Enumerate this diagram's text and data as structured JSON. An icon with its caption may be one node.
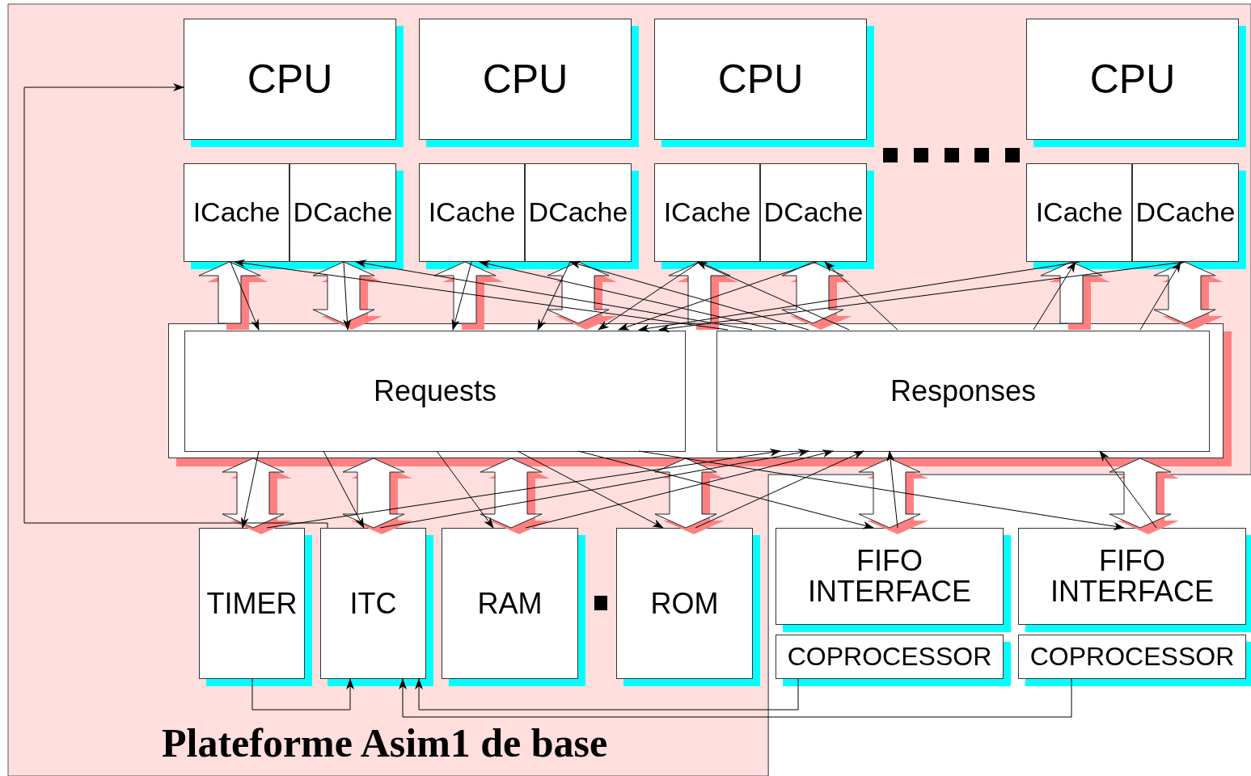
{
  "diagram": {
    "nodes": [
      {
        "text": [
          "Plateforme Asim1 de base"
        ]
      },
      {
        "text": [
          "CPU"
        ],
        "in": 0
      },
      {
        "text": [
          "CPU"
        ],
        "in": 0
      },
      {
        "text": [
          "CPU"
        ],
        "in": 0
      },
      {
        "text": [
          "CPU"
        ],
        "in": 0
      },
      {
        "text": [
          "ICache"
        ],
        "in": 0
      },
      {
        "text": [
          "DCache"
        ],
        "in": 0
      },
      {
        "text": [
          "ICache"
        ],
        "in": 0
      },
      {
        "text": [
          "DCache"
        ],
        "in": 0
      },
      {
        "text": [
          "ICache"
        ],
        "in": 0
      },
      {
        "text": [
          "DCache"
        ],
        "in": 0
      },
      {
        "text": [
          "ICache"
        ],
        "in": 0
      },
      {
        "text": [
          "DCache"
        ],
        "in": 0
      },
      {
        "text": [],
        "shape": "box",
        "in": 0
      },
      {
        "text": [
          "Requests"
        ],
        "in": 13
      },
      {
        "text": [
          "Responses"
        ],
        "in": 13
      },
      {
        "text": [
          "TIMER"
        ],
        "in": 0
      },
      {
        "text": [
          "ITC"
        ],
        "in": 0
      },
      {
        "text": [
          "RAM"
        ],
        "in": 0
      },
      {
        "text": [
          "ROM"
        ],
        "in": 0
      },
      {
        "text": [
          "FIFO INTERFACE"
        ]
      },
      {
        "text": [
          "FIFO INTERFACE"
        ]
      },
      {
        "text": [
          "COPROCESSOR"
        ]
      },
      {
        "text": [
          "COPROCESSOR"
        ]
      }
    ],
    "edges": [
      {
        "from": 13,
        "to": 5,
        "arrow": "to",
        "style": "thick"
      },
      {
        "from": 6,
        "to": 13,
        "arrow": "both",
        "style": "thick"
      },
      {
        "from": 13,
        "to": 7,
        "arrow": "to",
        "style": "thick"
      },
      {
        "from": 8,
        "to": 13,
        "arrow": "both",
        "style": "thick"
      },
      {
        "from": 13,
        "to": 9,
        "arrow": "to",
        "style": "thick"
      },
      {
        "from": 10,
        "to": 13,
        "arrow": "both",
        "style": "thick"
      },
      {
        "from": 13,
        "to": 11,
        "arrow": "to",
        "style": "thick"
      },
      {
        "from": 12,
        "to": 13,
        "arrow": "both",
        "style": "thick"
      },
      {
        "from": 16,
        "to": 13,
        "arrow": "both",
        "style": "thick"
      },
      {
        "from": 17,
        "to": 13,
        "arrow": "both",
        "style": "thick"
      },
      {
        "from": 18,
        "to": 13,
        "arrow": "both",
        "style": "thick"
      },
      {
        "from": 19,
        "to": 13,
        "arrow": "both",
        "style": "thick"
      },
      {
        "from": 20,
        "to": 13,
        "arrow": "both",
        "style": "thick"
      },
      {
        "from": 21,
        "to": 13,
        "arrow": "both",
        "style": "thick"
      },
      {
        "from": 5,
        "to": 14,
        "arrow": "to"
      },
      {
        "from": 6,
        "to": 14,
        "arrow": "to"
      },
      {
        "from": 7,
        "to": 14,
        "arrow": "to"
      },
      {
        "from": 8,
        "to": 14,
        "arrow": "to"
      },
      {
        "from": 9,
        "to": 14,
        "arrow": "to"
      },
      {
        "from": 10,
        "to": 14,
        "arrow": "to"
      },
      {
        "from": 11,
        "to": 14,
        "arrow": "to"
      },
      {
        "from": 12,
        "to": 14,
        "arrow": "to"
      },
      {
        "from": 15,
        "to": 5,
        "arrow": "to"
      },
      {
        "from": 15,
        "to": 6,
        "arrow": "to"
      },
      {
        "from": 15,
        "to": 7,
        "arrow": "to"
      },
      {
        "from": 15,
        "to": 8,
        "arrow": "to"
      },
      {
        "from": 15,
        "to": 9,
        "arrow": "to"
      },
      {
        "from": 15,
        "to": 10,
        "arrow": "to"
      },
      {
        "from": 15,
        "to": 11,
        "arrow": "to"
      },
      {
        "from": 15,
        "to": 12,
        "arrow": "to"
      },
      {
        "from": 14,
        "to": 16,
        "arrow": "to"
      },
      {
        "from": 14,
        "to": 17,
        "arrow": "to"
      },
      {
        "from": 14,
        "to": 18,
        "arrow": "to"
      },
      {
        "from": 14,
        "to": 19,
        "arrow": "to"
      },
      {
        "from": 14,
        "to": 20,
        "arrow": "to"
      },
      {
        "from": 14,
        "to": 21,
        "arrow": "to"
      },
      {
        "from": 16,
        "to": 15,
        "arrow": "to"
      },
      {
        "from": 17,
        "to": 15,
        "arrow": "to"
      },
      {
        "from": 18,
        "to": 15,
        "arrow": "to"
      },
      {
        "from": 19,
        "to": 15,
        "arrow": "to"
      },
      {
        "from": 20,
        "to": 15,
        "arrow": "to"
      },
      {
        "from": 21,
        "to": 15,
        "arrow": "to"
      },
      {
        "from": 17,
        "to": 1,
        "arrow": "to"
      },
      {
        "from": 16,
        "to": 17,
        "arrow": "to"
      },
      {
        "from": 22,
        "to": 17,
        "arrow": "to"
      },
      {
        "from": 23,
        "to": 17,
        "arrow": "to"
      }
    ]
  }
}
